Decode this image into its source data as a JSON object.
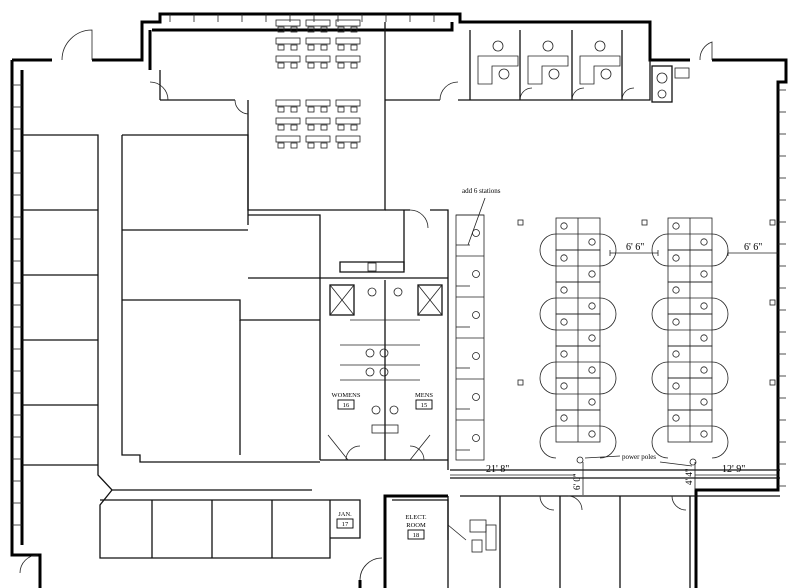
{
  "labels": {
    "add_stations": "add 6 stations",
    "power_poles": "power poles",
    "womens": "WOMENS",
    "womens_no": "16",
    "mens": "MENS",
    "mens_no": "15",
    "jan": "JAN.",
    "jan_no": "17",
    "elect_line1": "ELECT.",
    "elect_line2": "ROOM",
    "elect_no": "18"
  },
  "dimensions": {
    "gap_left": "6' 6\"",
    "gap_right": "6' 6\"",
    "aisle": "21' 8\"",
    "end": "12' 9\"",
    "vertical_left": "6' 0\"",
    "vertical_right": "4' 4\""
  }
}
